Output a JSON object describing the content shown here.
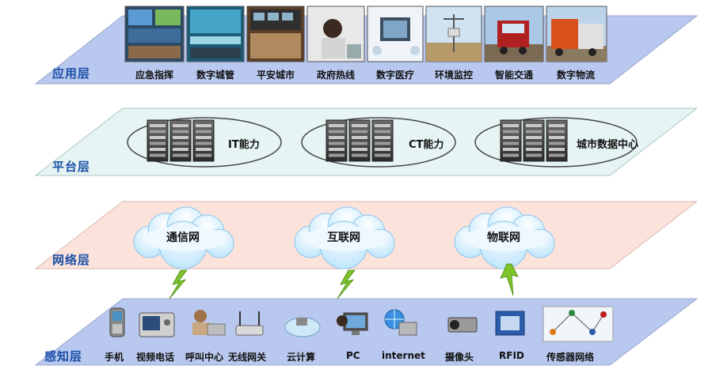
{
  "layers": {
    "application": {
      "label": "应用层",
      "items": [
        {
          "label": "应急指挥",
          "icon": "emergency-command-photo"
        },
        {
          "label": "数字城管",
          "icon": "digital-city-management-photo"
        },
        {
          "label": "平安城市",
          "icon": "safe-city-photo"
        },
        {
          "label": "政府热线",
          "icon": "government-hotline-photo"
        },
        {
          "label": "数字医疗",
          "icon": "digital-healthcare-photo"
        },
        {
          "label": "环境监控",
          "icon": "environment-monitoring-photo"
        },
        {
          "label": "智能交通",
          "icon": "smart-transport-photo"
        },
        {
          "label": "数字物流",
          "icon": "digital-logistics-photo"
        }
      ]
    },
    "platform": {
      "label": "平台层",
      "items": [
        {
          "label": "IT能力",
          "icon": "server-rack-icon"
        },
        {
          "label": "CT能力",
          "icon": "server-rack-icon"
        },
        {
          "label": "城市数据中心",
          "icon": "server-rack-icon"
        }
      ]
    },
    "network": {
      "label": "网络层",
      "items": [
        {
          "label": "通信网",
          "icon": "cloud-icon"
        },
        {
          "label": "互联网",
          "icon": "cloud-icon"
        },
        {
          "label": "物联网",
          "icon": "cloud-icon"
        }
      ]
    },
    "perception": {
      "label": "感知层",
      "items": [
        {
          "label": "手机",
          "icon": "mobile-phone-icon"
        },
        {
          "label": "视频电话",
          "icon": "video-phone-icon"
        },
        {
          "label": "呼叫中心",
          "icon": "call-center-icon"
        },
        {
          "label": "无线网关",
          "icon": "wireless-gateway-icon"
        },
        {
          "label": "云计算",
          "icon": "cloud-computing-icon"
        },
        {
          "label": "PC",
          "icon": "pc-icon"
        },
        {
          "label": "internet",
          "icon": "internet-globe-icon"
        },
        {
          "label": "摄像头",
          "icon": "camera-icon"
        },
        {
          "label": "RFID",
          "icon": "rfid-icon"
        },
        {
          "label": "传感器网络",
          "icon": "sensor-network-icon"
        }
      ]
    }
  },
  "colors": {
    "application_fill": "#b9c8ee",
    "platform_fill": "#e6f4f3",
    "network_fill": "#fbe3dc",
    "perception_fill": "#b9c8ee",
    "label_color": "#1a4fa8",
    "bolt_color": "#7dc42a"
  }
}
